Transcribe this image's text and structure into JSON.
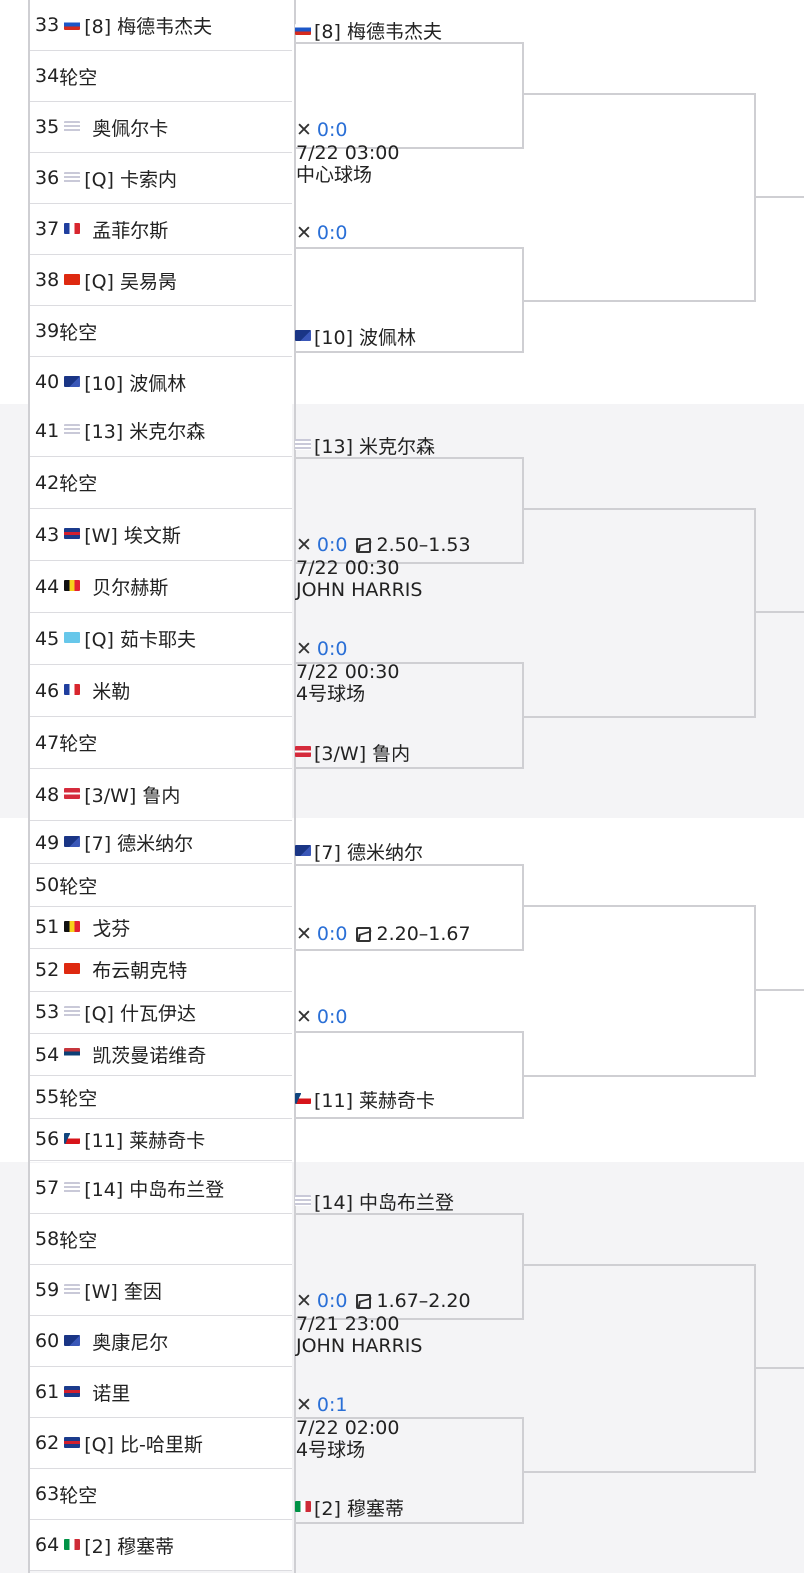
{
  "colors": {
    "line": "#cfcfd3",
    "band": "#f4f4f6",
    "score": "#2a6fd6"
  },
  "round1": [
    {
      "num": "33",
      "flag": "rus",
      "name": "[8] 梅德韦杰夫"
    },
    {
      "num": "34",
      "flag": "",
      "name": "轮空"
    },
    {
      "num": "35",
      "flag": "usa",
      "name": "奥佩尔卡"
    },
    {
      "num": "36",
      "flag": "usa",
      "name": "[Q] 卡索内"
    },
    {
      "num": "37",
      "flag": "fra",
      "name": "孟菲尔斯"
    },
    {
      "num": "38",
      "flag": "chn",
      "name": "[Q] 吴易昺"
    },
    {
      "num": "39",
      "flag": "",
      "name": "轮空"
    },
    {
      "num": "40",
      "flag": "aus",
      "name": "[10] 波佩林"
    },
    {
      "num": "41",
      "flag": "usa",
      "name": "[13] 米克尔森"
    },
    {
      "num": "42",
      "flag": "",
      "name": "轮空"
    },
    {
      "num": "43",
      "flag": "gbr",
      "name": "[W] 埃文斯"
    },
    {
      "num": "44",
      "flag": "bel",
      "name": "贝尔赫斯"
    },
    {
      "num": "45",
      "flag": "kaz",
      "name": "[Q] 茹卡耶夫"
    },
    {
      "num": "46",
      "flag": "fra",
      "name": "米勒"
    },
    {
      "num": "47",
      "flag": "",
      "name": "轮空"
    },
    {
      "num": "48",
      "flag": "den",
      "name": "[3/W] 鲁内"
    },
    {
      "num": "49",
      "flag": "aus",
      "name": "[7] 德米纳尔"
    },
    {
      "num": "50",
      "flag": "",
      "name": "轮空"
    },
    {
      "num": "51",
      "flag": "bel",
      "name": "戈芬"
    },
    {
      "num": "52",
      "flag": "chn",
      "name": "布云朝克特"
    },
    {
      "num": "53",
      "flag": "usa",
      "name": "[Q] 什瓦伊达"
    },
    {
      "num": "54",
      "flag": "srb",
      "name": "凯茨曼诺维奇"
    },
    {
      "num": "55",
      "flag": "",
      "name": "轮空"
    },
    {
      "num": "56",
      "flag": "cze",
      "name": "[11] 莱赫奇卡"
    },
    {
      "num": "57",
      "flag": "usa",
      "name": "[14] 中岛布兰登"
    },
    {
      "num": "58",
      "flag": "",
      "name": "轮空"
    },
    {
      "num": "59",
      "flag": "usa",
      "name": "[W] 奎因"
    },
    {
      "num": "60",
      "flag": "aus",
      "name": "奥康尼尔"
    },
    {
      "num": "61",
      "flag": "gbr",
      "name": "诺里"
    },
    {
      "num": "62",
      "flag": "gbr",
      "name": "[Q] 比-哈里斯"
    },
    {
      "num": "63",
      "flag": "",
      "name": "轮空"
    },
    {
      "num": "64",
      "flag": "ita",
      "name": "[2] 穆塞蒂"
    }
  ],
  "round2": [
    {
      "flag": "rus",
      "name": "[8] 梅德韦杰夫"
    },
    {
      "flag": "aus",
      "name": "[10] 波佩林"
    },
    {
      "flag": "usa",
      "name": "[13] 米克尔森"
    },
    {
      "flag": "den",
      "name": "[3/W] 鲁内"
    },
    {
      "flag": "aus",
      "name": "[7] 德米纳尔"
    },
    {
      "flag": "cze",
      "name": "[11] 莱赫奇卡"
    },
    {
      "flag": "usa",
      "name": "[14] 中岛布兰登"
    },
    {
      "flag": "ita",
      "name": "[2] 穆塞蒂"
    }
  ],
  "matches": [
    {
      "score": "0:0",
      "odds": "",
      "time": "7/22 03:00",
      "court": "中心球场"
    },
    {
      "score": "0:0",
      "odds": "",
      "time": "",
      "court": ""
    },
    {
      "score": "0:0",
      "odds": "2.50–1.53",
      "time": "7/22 00:30",
      "court": "JOHN HARRIS"
    },
    {
      "score": "0:0",
      "odds": "",
      "time": "7/22 00:30",
      "court": "4号球场"
    },
    {
      "score": "0:0",
      "odds": "2.20–1.67",
      "time": "",
      "court": ""
    },
    {
      "score": "0:0",
      "odds": "",
      "time": "",
      "court": ""
    },
    {
      "score": "0:0",
      "odds": "1.67–2.20",
      "time": "7/21 23:00",
      "court": "JOHN HARRIS"
    },
    {
      "score": "0:1",
      "odds": "",
      "time": "7/22 02:00",
      "court": "4号球场"
    }
  ]
}
